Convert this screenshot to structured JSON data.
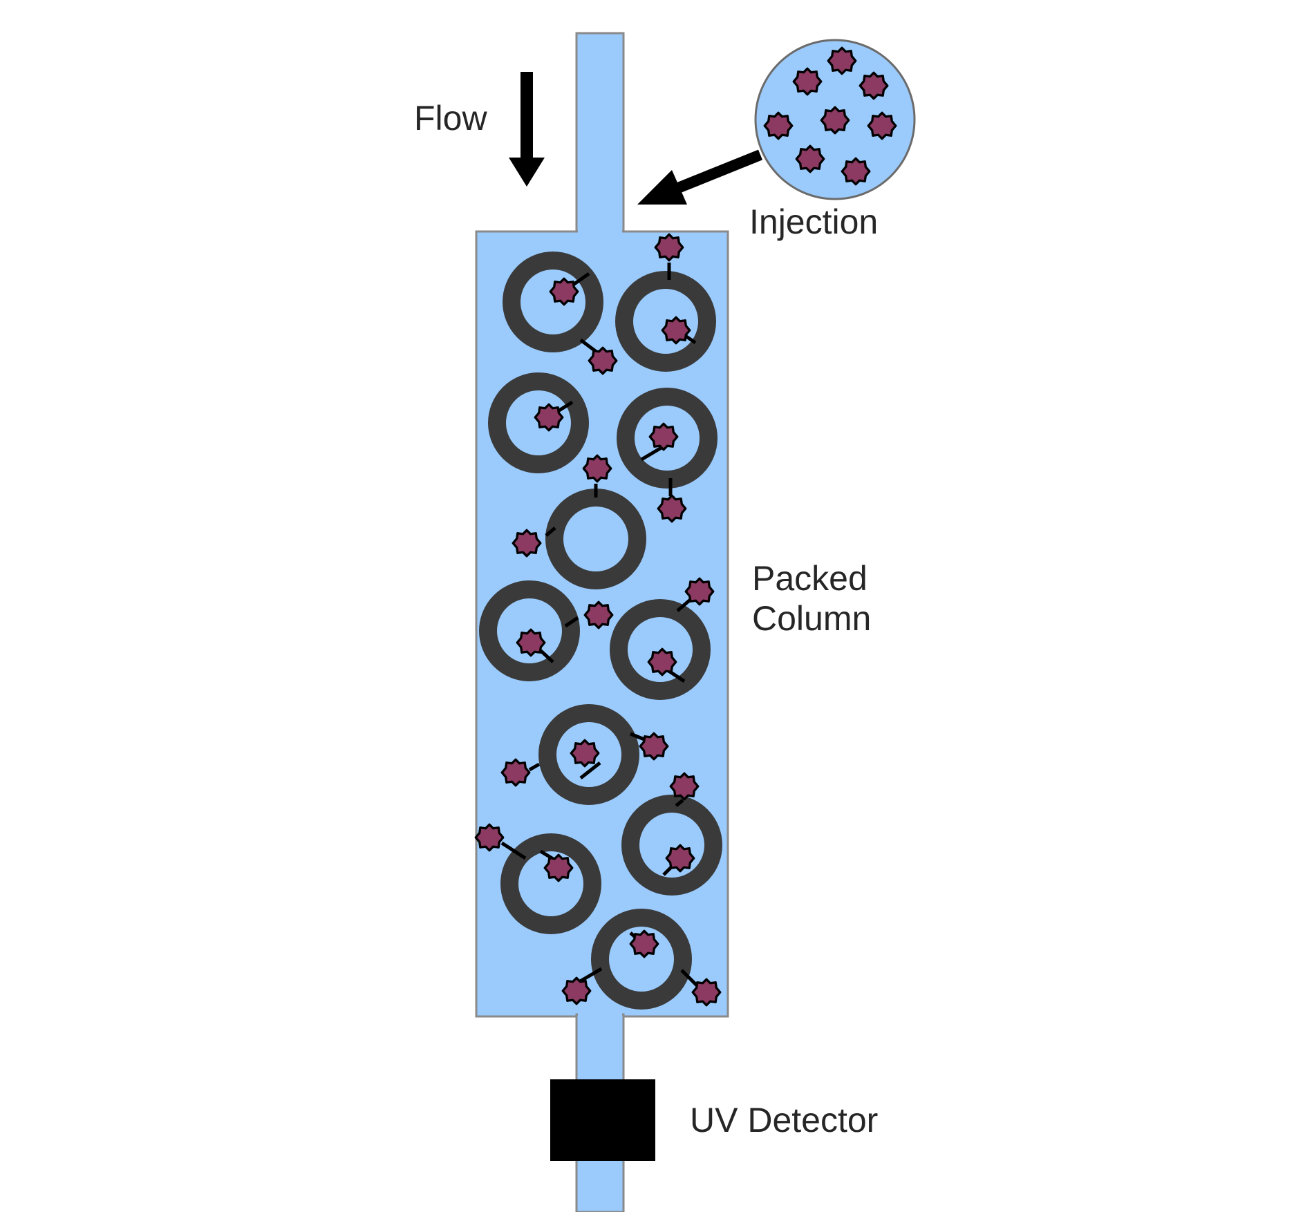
{
  "labels": {
    "flow": "Flow",
    "injection": "Injection",
    "packed_column_line1": "Packed",
    "packed_column_line2": "Column",
    "uv_detector": "UV Detector"
  },
  "colors": {
    "mobile_phase": "#9bcbfc",
    "outline": "#8a8a8a",
    "bead": "#3a3a3a",
    "analyte": "#8c3a62",
    "detector": "#000000",
    "arrow": "#000000",
    "text": "#262626"
  },
  "icons": {
    "flow_arrow": "down-arrow-icon",
    "injection_arrow": "pointer-arrow-icon",
    "analyte": "analyte-molecule-icon",
    "bead": "porous-bead-icon"
  }
}
